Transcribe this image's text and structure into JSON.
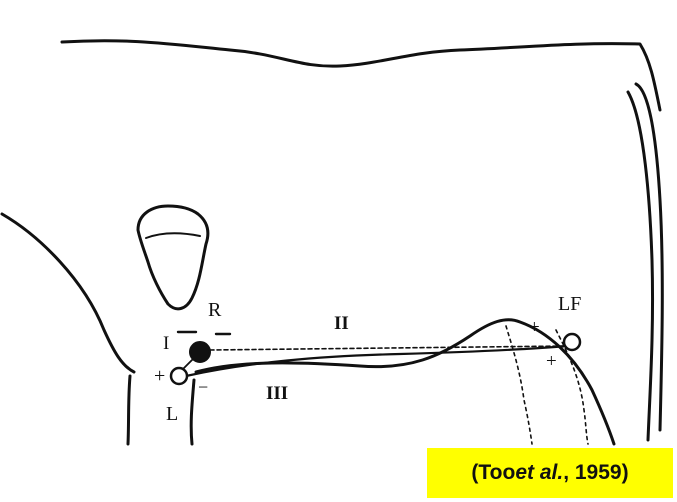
{
  "colors": {
    "ink": "#111111",
    "citation_background": "#ffff00"
  },
  "labels": {
    "r": "R",
    "l": "L",
    "lf": "LF",
    "lead_one": "I",
    "lead_two": "II",
    "lead_three": "III",
    "plus": "+",
    "minus": "−"
  },
  "citation": {
    "open": "(Too ",
    "italic": "et al.",
    "close": ", 1959)"
  }
}
